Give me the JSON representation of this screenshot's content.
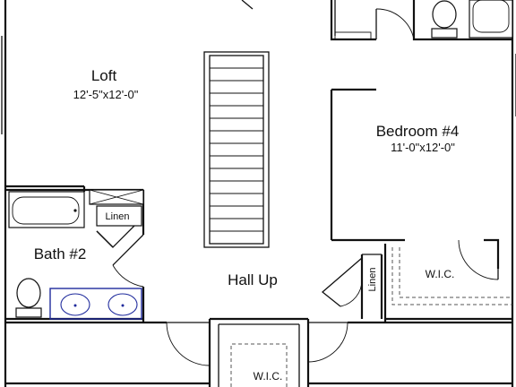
{
  "rooms": {
    "loft": {
      "name": "Loft",
      "dims": "12'-5\"x12'-0\""
    },
    "bedroom4": {
      "name": "Bedroom #4",
      "dims": "11'-0\"x12'-0\""
    },
    "bath2": {
      "name": "Bath #2"
    },
    "hall": {
      "name": "Hall Up"
    },
    "wic_right": {
      "name": "W.I.C."
    },
    "wic_bottom": {
      "name": "W.I.C."
    }
  },
  "closets": {
    "linen_bath": "Linen",
    "linen_hall": "Linen"
  },
  "stair": {
    "tread_count": 15
  },
  "colors": {
    "walls": "#111111",
    "vanity": "#1e2a9c"
  }
}
